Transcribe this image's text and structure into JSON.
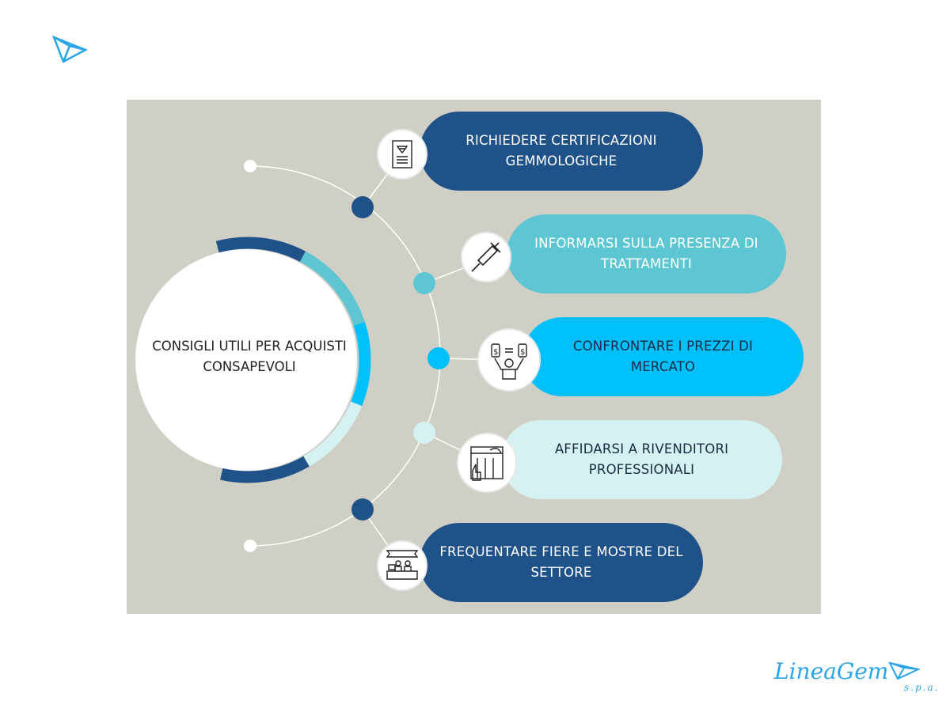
{
  "center": {
    "title": "CONSIGLI UTILI PER ACQUISTI CONSAPEVOLI"
  },
  "steps": [
    {
      "label": "RICHIEDERE CERTIFICAZIONI GEMMOLOGICHE",
      "icon": "certificate-icon",
      "color": "#20528a",
      "text_color": "#ffffff"
    },
    {
      "label": "INFORMARSI SULLA PRESENZA DI TRATTAMENTI",
      "icon": "syringe-icon",
      "color": "#5ec6d2",
      "text_color": "#ffffff"
    },
    {
      "label": "CONFRONTARE I PREZZI DI MERCATO",
      "icon": "price-compare-icon",
      "color": "#00c0fb",
      "text_color": "#1a2b44"
    },
    {
      "label": "AFFIDARSI A RIVENDITORI PROFESSIONALI",
      "icon": "dealer-icon",
      "color": "#d5f1f1",
      "text_color": "#1a2b44"
    },
    {
      "label": "FREQUENTARE FIERE E MOSTRE DEL SETTORE",
      "icon": "fair-booth-icon",
      "color": "#20528a",
      "text_color": "#ffffff"
    }
  ],
  "brand": {
    "name": "LineaGem",
    "suffix": "s.p.a.",
    "color": "#2aa6e8"
  },
  "colors": {
    "background": "#cfcfc5"
  }
}
